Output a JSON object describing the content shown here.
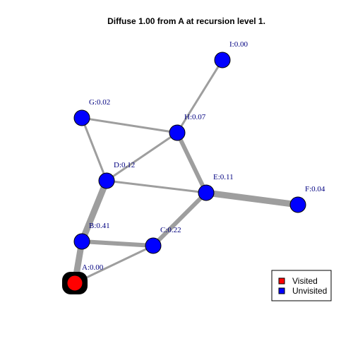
{
  "title": "Diffuse 1.00 from A at recursion level 1.",
  "colors": {
    "visited": "#ff0000",
    "unvisited": "#0000ff",
    "edge": "#9e9e9e",
    "highlight": "#000000",
    "label": "#000080"
  },
  "nodes": [
    {
      "id": "A",
      "label": "A:0.00",
      "status": "visited",
      "highlighted": true
    },
    {
      "id": "B",
      "label": "B:0.41",
      "status": "unvisited"
    },
    {
      "id": "C",
      "label": "C:0.22",
      "status": "unvisited"
    },
    {
      "id": "D",
      "label": "D:0.12",
      "status": "unvisited"
    },
    {
      "id": "E",
      "label": "E:0.11",
      "status": "unvisited"
    },
    {
      "id": "F",
      "label": "F:0.04",
      "status": "unvisited"
    },
    {
      "id": "G",
      "label": "G:0.02",
      "status": "unvisited"
    },
    {
      "id": "H",
      "label": "H:0.07",
      "status": "unvisited"
    },
    {
      "id": "I",
      "label": "I:0.00",
      "status": "unvisited"
    }
  ],
  "edges": [
    {
      "from": "A",
      "to": "B",
      "weight": 3
    },
    {
      "from": "A",
      "to": "C",
      "weight": 1
    },
    {
      "from": "B",
      "to": "C",
      "weight": 2
    },
    {
      "from": "B",
      "to": "D",
      "weight": 3
    },
    {
      "from": "C",
      "to": "E",
      "weight": 2
    },
    {
      "from": "D",
      "to": "E",
      "weight": 1
    },
    {
      "from": "D",
      "to": "G",
      "weight": 1
    },
    {
      "from": "D",
      "to": "H",
      "weight": 1
    },
    {
      "from": "G",
      "to": "H",
      "weight": 1
    },
    {
      "from": "H",
      "to": "E",
      "weight": 2
    },
    {
      "from": "H",
      "to": "I",
      "weight": 1
    },
    {
      "from": "E",
      "to": "F",
      "weight": 3
    }
  ],
  "legend": [
    {
      "label": "Visited",
      "status": "visited"
    },
    {
      "label": "Unvisited",
      "status": "unvisited"
    }
  ]
}
